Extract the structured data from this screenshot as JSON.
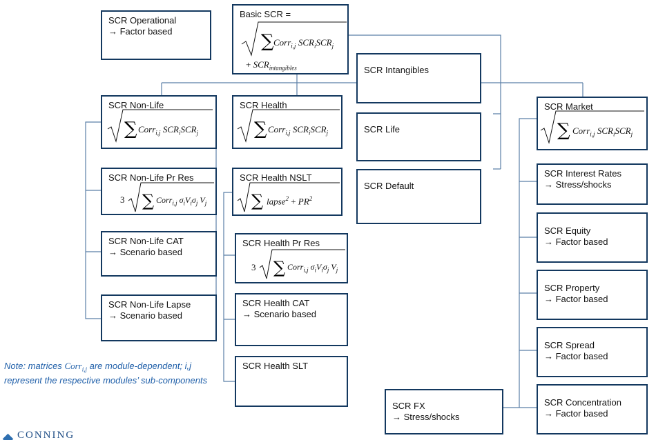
{
  "boxes": {
    "operational": "SCR Operational\n→ Factor based",
    "basic": "Basic SCR =",
    "intangibles": "SCR Intangibles",
    "life": "SCR Life",
    "default": "SCR Default",
    "nonlife": "SCR Non-Life",
    "health": "SCR Health",
    "market": "SCR Market",
    "nonlife_prres": "SCR Non-Life Pr Res",
    "health_nslt": "SCR Health NSLT",
    "nonlife_cat": "SCR Non-Life CAT\n→ Scenario based",
    "health_prres": "SCR Health Pr Res",
    "nonlife_lapse": "SCR Non-Life Lapse\n→ Scenario based",
    "health_cat": "SCR Health CAT\n→ Scenario based",
    "health_slt": "SCR Health SLT",
    "interest": "SCR Interest Rates\n→ Stress/shocks",
    "equity": "SCR Equity\n→ Factor based",
    "property": "SCR Property\n→ Factor based",
    "spread": "SCR Spread\n→ Factor based",
    "concentration": "SCR Concentration\n→ Factor based",
    "fx": "SCR FX\n→ Stress/shocks"
  },
  "formulas": {
    "corr_sum": "Corr_{i,j} SCR_i SCR_j",
    "plus_intangibles": "+ SCR_intangibles",
    "pr_res": "3 √∑ Corr_{i,j} σ_i V_i σ_j V_j",
    "nslt": "√∑ lapse² + PR²"
  },
  "note": {
    "prefix": "Note: matrices",
    "symbol": "Corr_{i,j}",
    "suffix": "are module-dependent; i,j represent the respective modules’ sub-components"
  },
  "logo": "CONNING",
  "colors": {
    "box_border": "#13385f",
    "connector": "#5b7fa6",
    "note_text": "#1f5fa9"
  }
}
